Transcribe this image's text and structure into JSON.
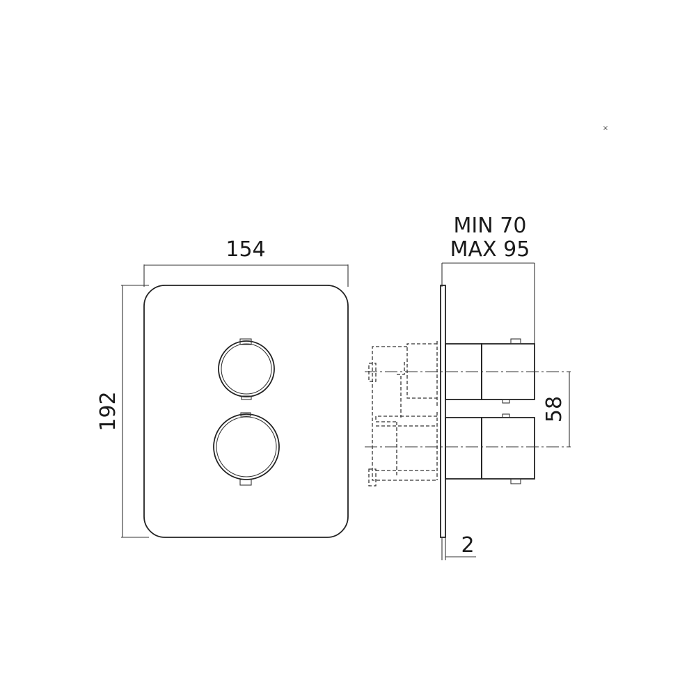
{
  "dimensions": {
    "plate_width": "154",
    "plate_height": "192",
    "depth_min": "MIN 70",
    "depth_max": "MAX 95",
    "knob_spacing": "58",
    "plate_thickness": "2"
  },
  "marks": {
    "corner_mark": "×"
  }
}
